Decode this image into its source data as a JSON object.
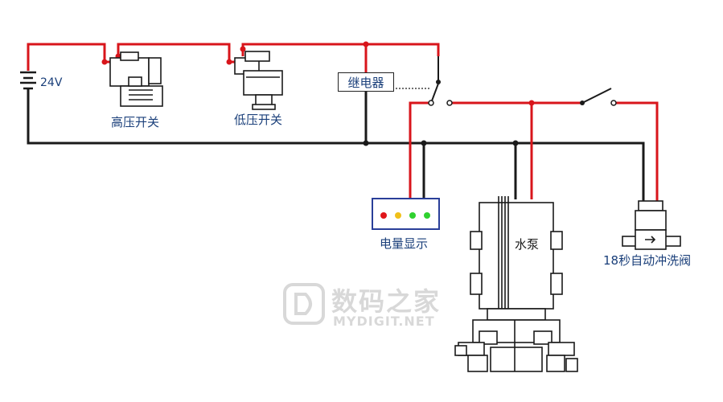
{
  "battery": {
    "label": "24V"
  },
  "components": {
    "high_pressure_switch": "高压开关",
    "low_pressure_switch": "低压开关",
    "relay": "继电器",
    "level_display": "电量显示",
    "pump": "水泵",
    "flush_valve": "18秒自动冲洗阀"
  },
  "indicator_lights": [
    "#e0161b",
    "#f0c01a",
    "#2fd12f",
    "#2fd12f"
  ],
  "colors": {
    "positive_wire": "#d8151b",
    "negative_wire": "#1a1a1a",
    "label_text": "#1a3f7a"
  },
  "watermark": {
    "cn": "数码之家",
    "en": "MYDIGIT.NET"
  }
}
